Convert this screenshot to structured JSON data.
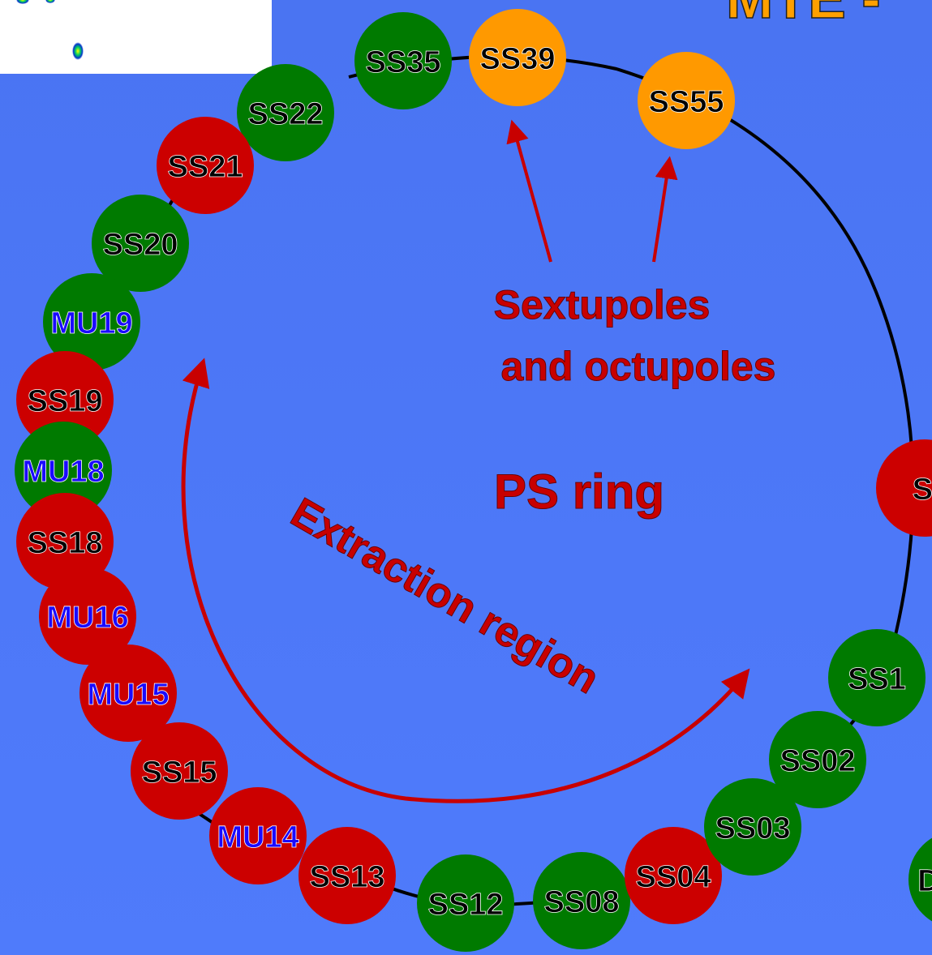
{
  "title_fragment": "MTE -",
  "ring_label": "PS ring",
  "extraction_label": "Extraction region",
  "sextupole_label_line1": "Sextupoles",
  "sextupole_label_line2": "and octupoles",
  "colors": {
    "background": "#4a74f2",
    "green": "#007a00",
    "red": "#cc0000",
    "orange": "#ff9900",
    "annotation_red": "#c80000",
    "blue_text": "#1a0aff",
    "title_orange": "#ffa000"
  },
  "ring_elements": [
    {
      "label": "SS35",
      "kind": "green"
    },
    {
      "label": "SS39",
      "kind": "orange"
    },
    {
      "label": "SS55",
      "kind": "orange"
    },
    {
      "label": "SS22",
      "kind": "green"
    },
    {
      "label": "SS21",
      "kind": "red"
    },
    {
      "label": "SS20",
      "kind": "green"
    },
    {
      "label": "MU19",
      "kind": "green",
      "text": "blue"
    },
    {
      "label": "SS19",
      "kind": "red"
    },
    {
      "label": "MU18",
      "kind": "green",
      "text": "blue"
    },
    {
      "label": "SS18",
      "kind": "red"
    },
    {
      "label": "MU16",
      "kind": "red",
      "text": "blue"
    },
    {
      "label": "MU15",
      "kind": "red",
      "text": "blue"
    },
    {
      "label": "SS15",
      "kind": "red"
    },
    {
      "label": "MU14",
      "kind": "red",
      "text": "blue"
    },
    {
      "label": "SS13",
      "kind": "red"
    },
    {
      "label": "SS12",
      "kind": "green"
    },
    {
      "label": "SS08",
      "kind": "green"
    },
    {
      "label": "SS04",
      "kind": "red"
    },
    {
      "label": "SS03",
      "kind": "green"
    },
    {
      "label": "SS02",
      "kind": "green"
    },
    {
      "label": "SS1",
      "kind": "green"
    },
    {
      "label": "SS",
      "kind": "red"
    },
    {
      "label": "D",
      "kind": "green"
    }
  ]
}
